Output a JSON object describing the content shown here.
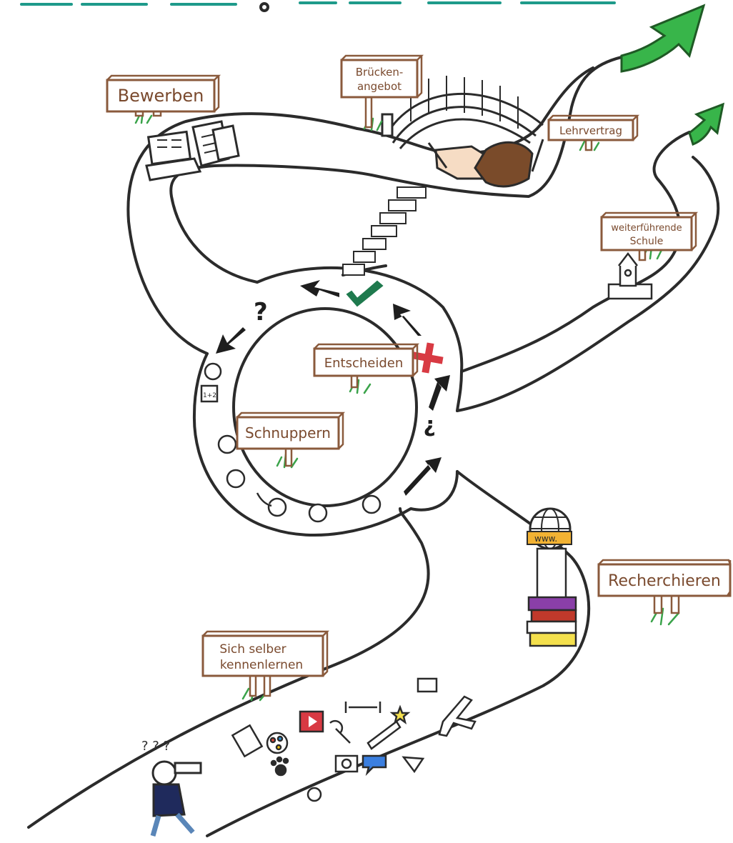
{
  "signs": {
    "bewerben": "Bewerben",
    "bruecken_line1": "Brücken-",
    "bruecken_line2": "angebot",
    "lehrvertrag": "Lehrvertrag",
    "weiterfuehrende_line1": "weiterführende",
    "weiterfuehrende_line2": "Schule",
    "entscheiden": "Entscheiden",
    "schnuppern": "Schnuppern",
    "recherchieren": "Recherchieren",
    "sich_line1": "Sich selber",
    "sich_line2": "kennenlernen"
  },
  "marks": {
    "question_1": "?",
    "question_2": "?",
    "globe_label": "www.",
    "thinker_marks": "? ? ?",
    "badge_label": "1+2"
  },
  "icons": [
    "laptop-icon",
    "document-icon",
    "handshake-icon",
    "bridge-icon",
    "stairs-icon",
    "school-icon",
    "globe-icon",
    "books-icon",
    "binoculars-icon",
    "airplane-icon",
    "telescope-icon",
    "camera-icon",
    "paw-icon",
    "palette-icon",
    "chat-bubble-icon",
    "check-icon",
    "cross-icon"
  ],
  "colors": {
    "road": "#2b2b2b",
    "sign_frame": "#8a5a3c",
    "sign_text": "#7a4a2e",
    "grass": "#3aa34a",
    "arrow_green": "#38b54a",
    "check_green": "#1f7a4e",
    "cross_red": "#d83a43",
    "arrow_dark": "#1e1e1e"
  }
}
